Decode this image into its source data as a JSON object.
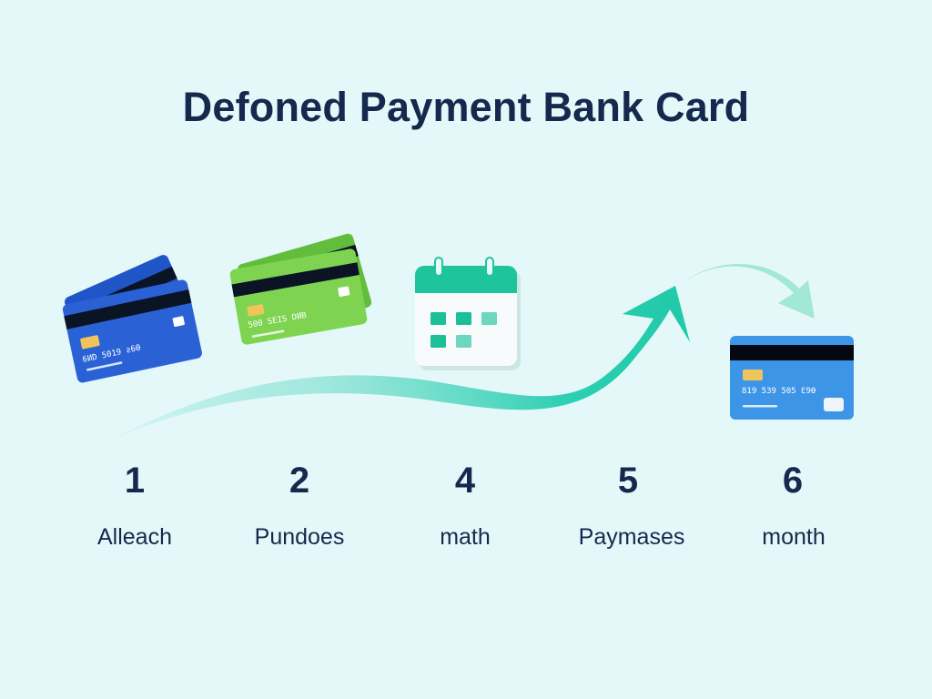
{
  "header": {
    "title": "Defoned Payment Bank Card"
  },
  "illustrations": {
    "card_blue_stack": {
      "number_text": "6ИD 5019 ƨ6Ɵ",
      "color": "#2a62d6"
    },
    "card_green_stack": {
      "number_text": "500 SEIS DИB",
      "color": "#7ed450"
    },
    "calendar": {
      "header_color": "#1fc49c"
    },
    "card_blue_single": {
      "number_text": "819 539 505 Ɛ9Ɵ",
      "color": "#3d95e8"
    },
    "flow_arrow": {
      "color": "#22cdb0"
    },
    "return_arrow": {
      "color": "#9ee6d6"
    }
  },
  "steps": [
    {
      "number": "1",
      "label": "Alleach"
    },
    {
      "number": "2",
      "label": "Pundoes"
    },
    {
      "number": "4",
      "label": "math"
    },
    {
      "number": "5",
      "label": "Paymases"
    },
    {
      "number": "6",
      "label": "month"
    }
  ],
  "colors": {
    "background": "#e5f8f9",
    "text": "#14294d",
    "teal": "#22cdb0",
    "chip": "#f0c45a"
  }
}
